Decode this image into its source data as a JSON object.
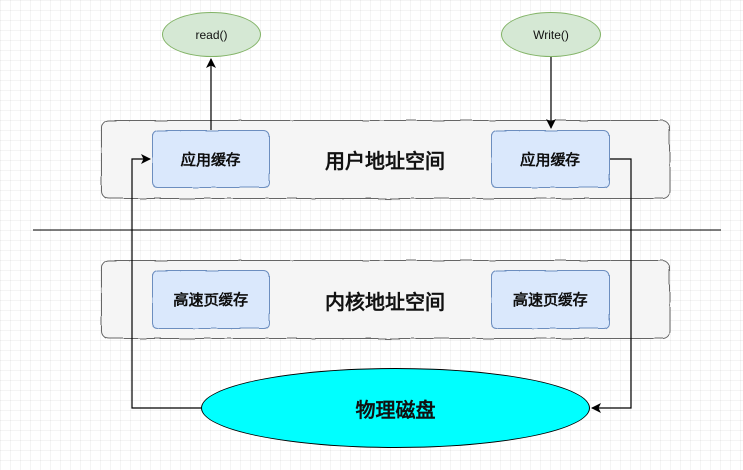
{
  "diagram": {
    "user_space": {
      "label": "用户地址空间",
      "left_buffer": "应用缓存",
      "right_buffer": "应用缓存"
    },
    "kernel_space": {
      "label": "内核地址空间",
      "left_buffer": "高速页缓存",
      "right_buffer": "高速页缓存"
    },
    "read_call": "read()",
    "write_call": "Write()",
    "disk": "物理磁盘"
  },
  "colors": {
    "space_fill": "#f5f5f5",
    "space_stroke": "#666666",
    "buffer_fill": "#dae8fc",
    "buffer_stroke": "#6c8ebf",
    "call_fill": "#d5e8d4",
    "call_stroke": "#82b366",
    "disk_fill": "#00ffff",
    "line": "#000000"
  }
}
